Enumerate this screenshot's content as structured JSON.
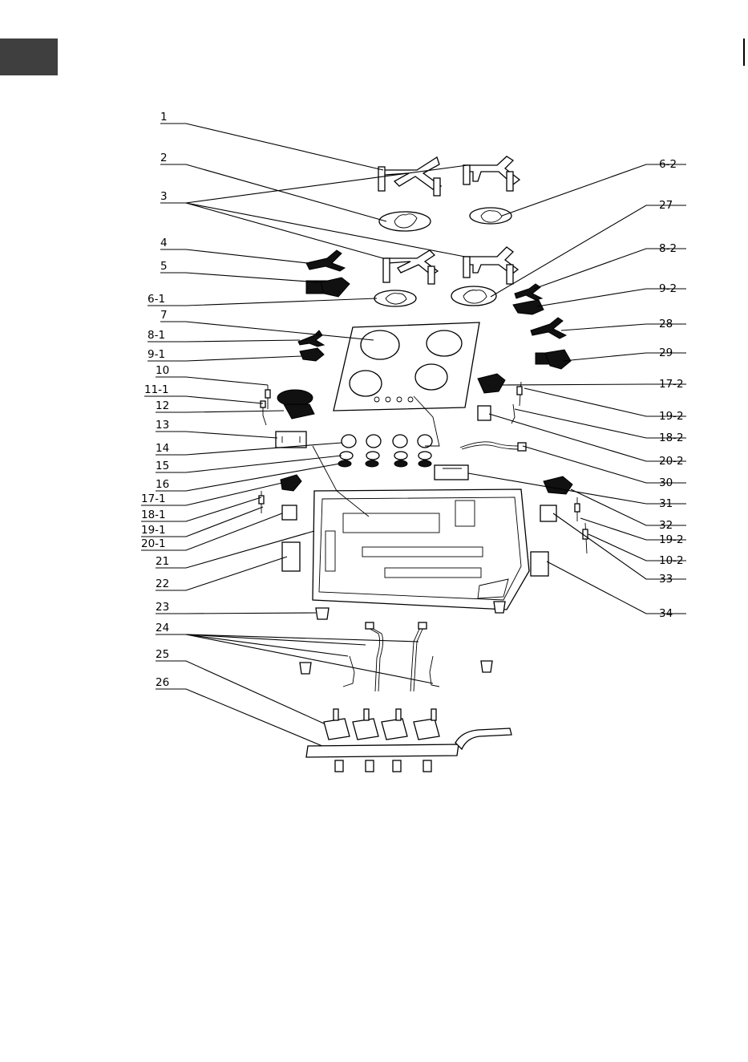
{
  "diagram": {
    "labels_left": [
      "1",
      "2",
      "3",
      "4",
      "5",
      "6-1",
      "7",
      "8-1",
      "9-1",
      "10",
      "11-1",
      "12",
      "13",
      "14",
      "15",
      "16",
      "17-1",
      "18-1",
      "19-1",
      "20-1",
      "21",
      "22",
      "23",
      "24",
      "25",
      "26"
    ],
    "labels_right": [
      "6-2",
      "27",
      "8-2",
      "9-2",
      "28",
      "29",
      "17-2",
      "19-2",
      "18-2",
      "20-2",
      "30",
      "31",
      "32",
      "19-2",
      "10-2",
      "33",
      "34"
    ]
  },
  "colors": {
    "ink": "#000000",
    "tab": "#3f3f3f",
    "paper": "#ffffff"
  }
}
